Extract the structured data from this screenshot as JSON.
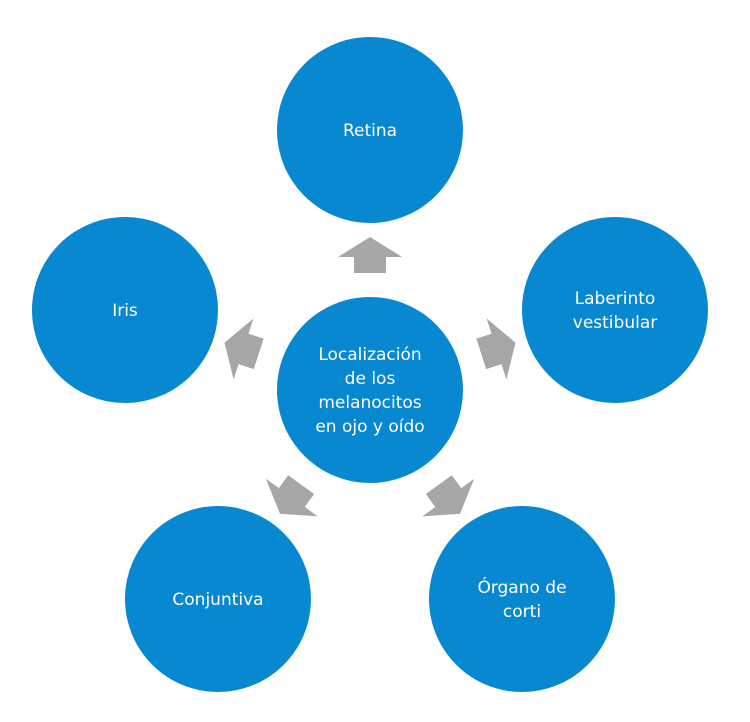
{
  "diagram": {
    "type": "radial-cycle",
    "colors": {
      "node_fill": "#0788d0",
      "arrow_fill": "#a6a6a6",
      "text": "#ffffff",
      "background": "#ffffff"
    },
    "center": {
      "lines": [
        "Localización",
        "de los",
        "melanocitos",
        "en ojo y oído"
      ]
    },
    "nodes": [
      {
        "id": "retina",
        "lines": [
          "Retina"
        ]
      },
      {
        "id": "laberinto-vestibular",
        "lines": [
          "Laberinto",
          "vestibular"
        ]
      },
      {
        "id": "organo-de-corti",
        "lines": [
          "Órgano de",
          "corti"
        ]
      },
      {
        "id": "conjuntiva",
        "lines": [
          "Conjuntiva"
        ]
      },
      {
        "id": "iris",
        "lines": [
          "Iris"
        ]
      }
    ]
  }
}
